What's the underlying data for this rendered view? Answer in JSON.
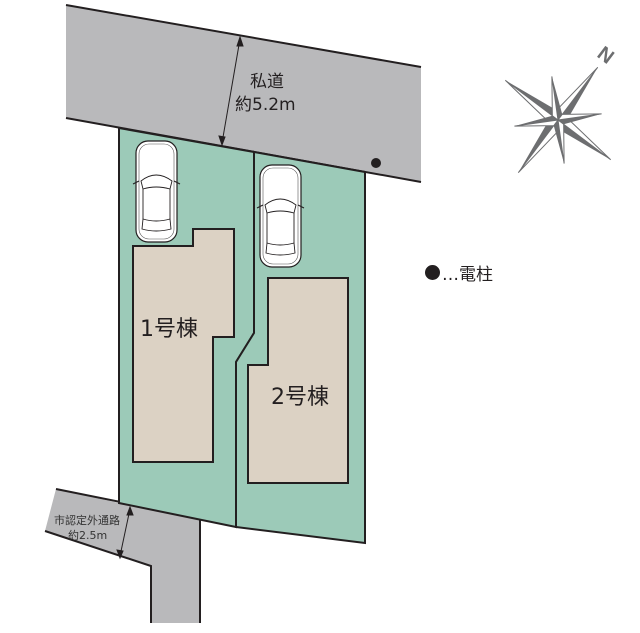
{
  "colors": {
    "road": "#b9b9bb",
    "lot": "#9ccab8",
    "building": "#dcd2c4",
    "outline": "#231f20",
    "compass": "#6d6e70"
  },
  "private_road": {
    "name": "私道",
    "width": "約5.2m"
  },
  "alley": {
    "name": "市認定外通路",
    "width": "約2.5m"
  },
  "buildings": [
    {
      "label": "1号棟"
    },
    {
      "label": "2号棟"
    }
  ],
  "legend": {
    "utility_pole_icon": "filled-circle",
    "utility_pole_label": "…電柱"
  },
  "compass": {
    "north_label": "N"
  },
  "parking": [
    {
      "icon": "car-icon"
    },
    {
      "icon": "car-icon"
    }
  ]
}
